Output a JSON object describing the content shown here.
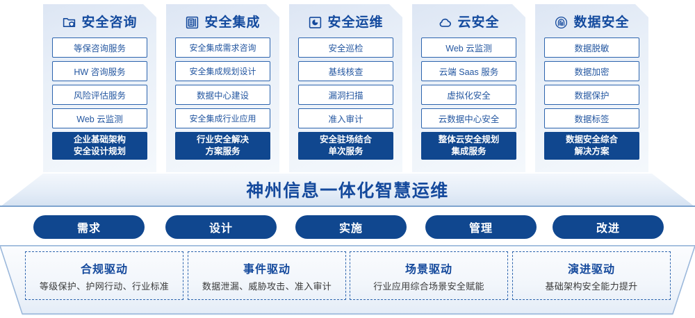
{
  "columns": [
    {
      "icon": "folder-shield-icon",
      "title": "安全咨询",
      "items": [
        "等保咨询服务",
        "HW 咨询服务",
        "风险评估服务",
        "Web 云监测"
      ],
      "summary_line1": "企业基础架构",
      "summary_line2": "安全设计规划"
    },
    {
      "icon": "documents-stack-icon",
      "title": "安全集成",
      "items": [
        "安全集成需求咨询",
        "安全集成规划设计",
        "数据中心建设",
        "安全集成行业应用"
      ],
      "summary_line1": "行业安全解决",
      "summary_line2": "方案服务"
    },
    {
      "icon": "monitor-chart-icon",
      "title": "安全运维",
      "items": [
        "安全巡检",
        "基线核查",
        "漏洞扫描",
        "准入审计"
      ],
      "summary_line1": "安全驻场结合",
      "summary_line2": "单次服务"
    },
    {
      "icon": "cloud-icon",
      "title": "云安全",
      "items": [
        "Web 云监测",
        "云端 Saas 服务",
        "虚拟化安全",
        "云数据中心安全"
      ],
      "summary_line1": "整体云安全规划",
      "summary_line2": "集成服务"
    },
    {
      "icon": "fingerprint-icon",
      "title": "数据安全",
      "items": [
        "数据脱敏",
        "数据加密",
        "数据保护",
        "数据标签"
      ],
      "summary_line1": "数据安全综合",
      "summary_line2": "解决方案"
    }
  ],
  "banner": {
    "title": "神州信息一体化智慧运维"
  },
  "pills": [
    "需求",
    "设计",
    "实施",
    "管理",
    "改进"
  ],
  "drivers": [
    {
      "title": "合规驱动",
      "subtitle": "等级保护、护网行动、行业标准"
    },
    {
      "title": "事件驱动",
      "subtitle": "数据泄漏、威胁攻击、准入审计"
    },
    {
      "title": "场景驱动",
      "subtitle": "行业应用综合场景安全赋能"
    },
    {
      "title": "演进驱动",
      "subtitle": "基础架构安全能力提升"
    }
  ],
  "colors": {
    "brand_dark_blue": "#10478f",
    "brand_blue": "#14499c",
    "item_border": "#2b63ad",
    "item_text": "#2356a0",
    "panel_bg_top": "#dde6f4",
    "panel_bg_bottom": "#f4f8fc"
  }
}
